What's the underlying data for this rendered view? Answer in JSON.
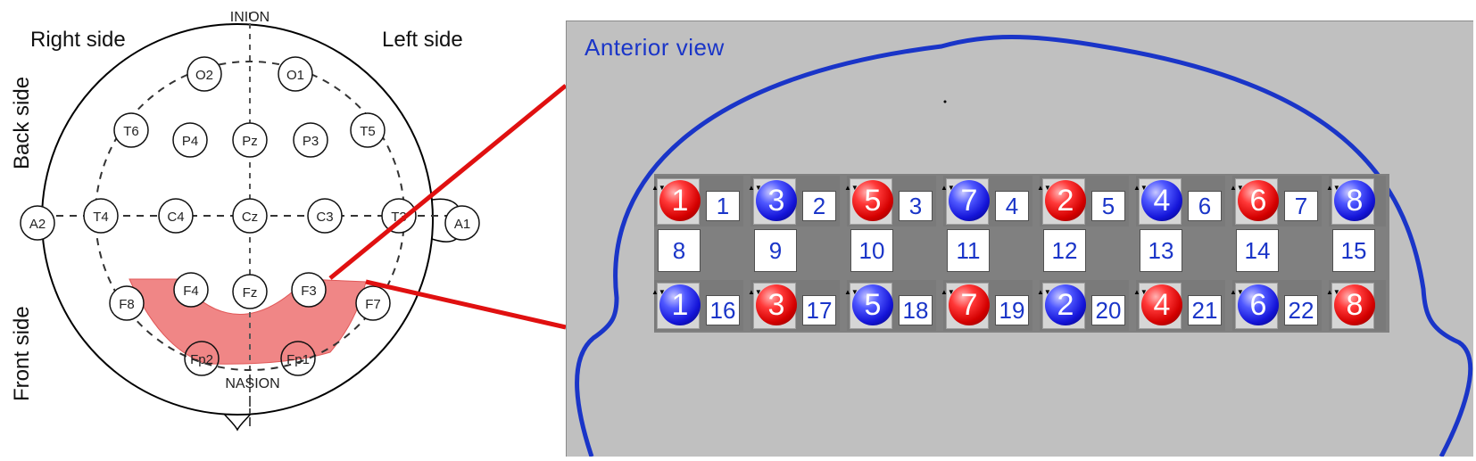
{
  "montage": {
    "inion": "INION",
    "nasion": "NASION",
    "right_side": "Right side",
    "left_side": "Left side",
    "back_side": "Back side",
    "front_side": "Front side",
    "electrodes": [
      "O2",
      "O1",
      "T6",
      "P4",
      "Pz",
      "P3",
      "T5",
      "A2",
      "T4",
      "C4",
      "Cz",
      "C3",
      "T3",
      "A1",
      "F8",
      "F4",
      "Fz",
      "F3",
      "F7",
      "Fp2",
      "Fp1"
    ],
    "highlight_color": "#f08080",
    "connector_color": "#e01010"
  },
  "panel": {
    "title": "Anterior view",
    "background": "#c0c0c0",
    "outline_color": "#1a35c8",
    "top_row": [
      {
        "ball": "1",
        "color": "red",
        "box": "1"
      },
      {
        "ball": "3",
        "color": "blue",
        "box": "2"
      },
      {
        "ball": "5",
        "color": "red",
        "box": "3"
      },
      {
        "ball": "7",
        "color": "blue",
        "box": "4"
      },
      {
        "ball": "2",
        "color": "red",
        "box": "5"
      },
      {
        "ball": "4",
        "color": "blue",
        "box": "6"
      },
      {
        "ball": "6",
        "color": "red",
        "box": "7"
      },
      {
        "ball": "8",
        "color": "blue",
        "box": ""
      }
    ],
    "middle_row": [
      "8",
      "9",
      "10",
      "11",
      "12",
      "13",
      "14",
      "15"
    ],
    "bottom_row": [
      {
        "ball": "1",
        "color": "blue",
        "box": "16"
      },
      {
        "ball": "3",
        "color": "red",
        "box": "17"
      },
      {
        "ball": "5",
        "color": "blue",
        "box": "18"
      },
      {
        "ball": "7",
        "color": "red",
        "box": "19"
      },
      {
        "ball": "2",
        "color": "blue",
        "box": "20"
      },
      {
        "ball": "4",
        "color": "red",
        "box": "21"
      },
      {
        "ball": "6",
        "color": "blue",
        "box": "22"
      },
      {
        "ball": "8",
        "color": "red",
        "box": ""
      }
    ]
  }
}
